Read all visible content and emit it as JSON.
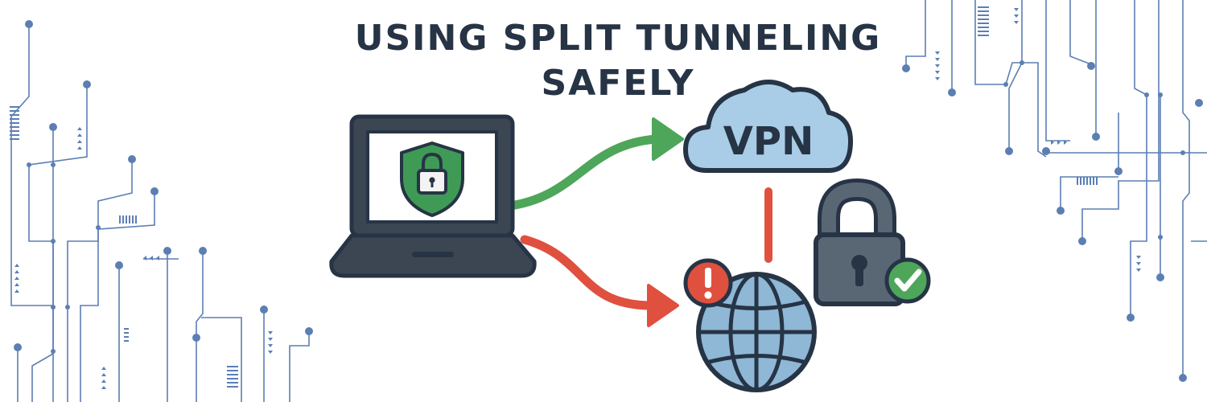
{
  "title": {
    "line1": "USING SPLIT TUNNELING",
    "line2": "SAFELY"
  },
  "cloud": {
    "label": "VPN"
  },
  "icons": {
    "laptop": "laptop-icon",
    "shield": "shield-lock-icon",
    "cloud": "cloud-icon",
    "globe": "globe-icon",
    "alert": "exclamation-alert-icon",
    "padlock": "padlock-icon",
    "check": "checkmark-icon"
  },
  "colors": {
    "ink": "#263445",
    "tunnel_safe": "#4ea65a",
    "tunnel_unsafe": "#e0503f",
    "cloud_fill": "#a9cde6",
    "globe_fill": "#8fb7d6",
    "shield_fill": "#3f9a55",
    "padlock_body": "#596775",
    "circuit": "#5b7fb3"
  }
}
